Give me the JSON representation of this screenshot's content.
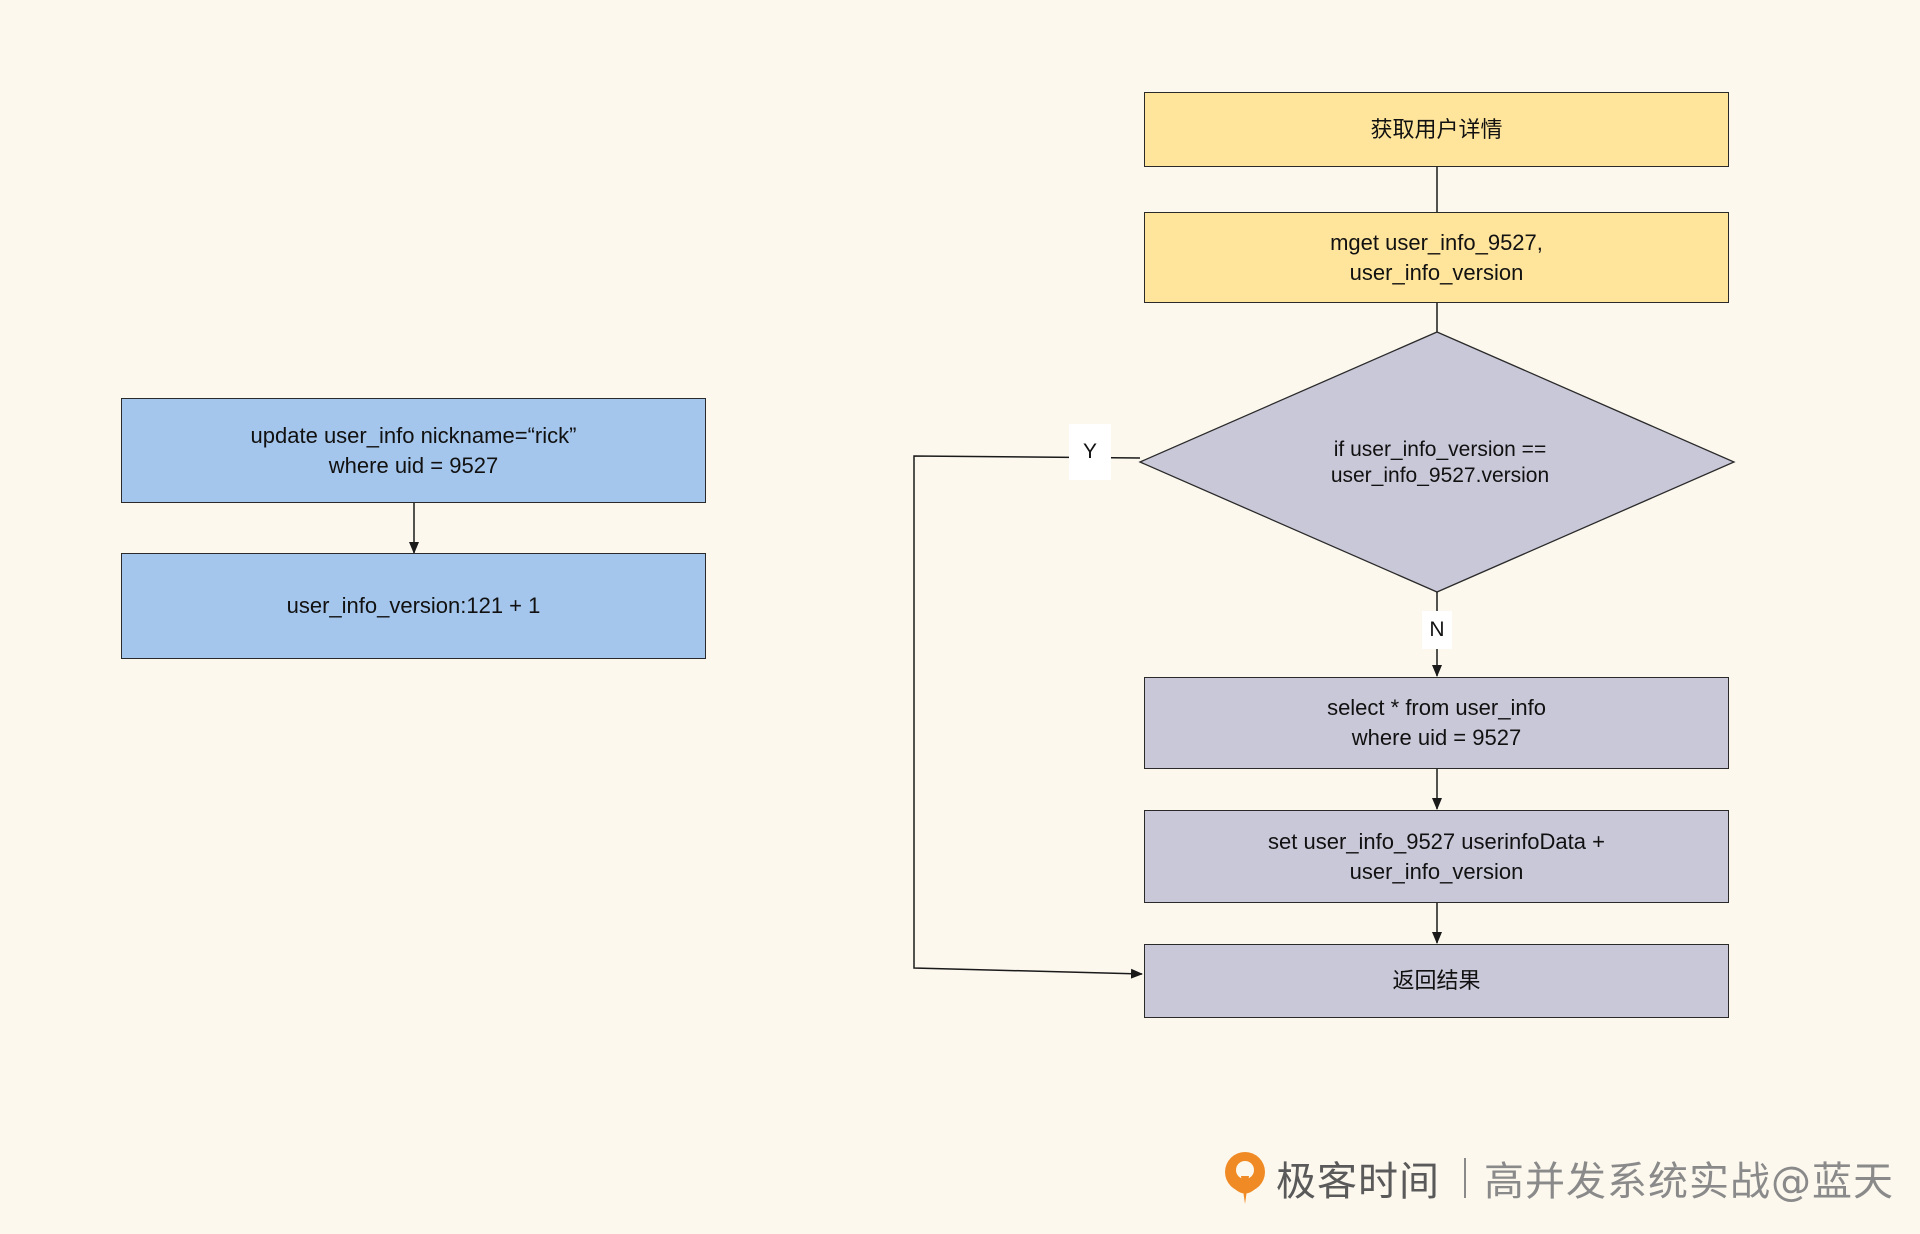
{
  "left_flow": {
    "update_box": "update user_info nickname=“rick”\nwhere uid = 9527",
    "version_box": "user_info_version:121 + 1"
  },
  "right_flow": {
    "get_detail": "获取用户详情",
    "mget_box": "mget user_info_9527,\nuser_info_version",
    "condition": "if user_info_version ==\nuser_info_9527.version",
    "yes_label": "Y",
    "no_label": "N",
    "select_box": "select * from  user_info\nwhere uid = 9527",
    "set_box": "set user_info_9527  userinfoData +\nuser_info_version",
    "return_box": "返回结果"
  },
  "watermark": {
    "brand": "极客时间",
    "course": "高并发系统实战@蓝天"
  },
  "colors": {
    "background": "#fcf8ee",
    "yellow_box": "#ffe59c",
    "blue_box": "#a4c6ec",
    "gray_box": "#c9c8d9",
    "logo_orange": "#f08a24"
  }
}
